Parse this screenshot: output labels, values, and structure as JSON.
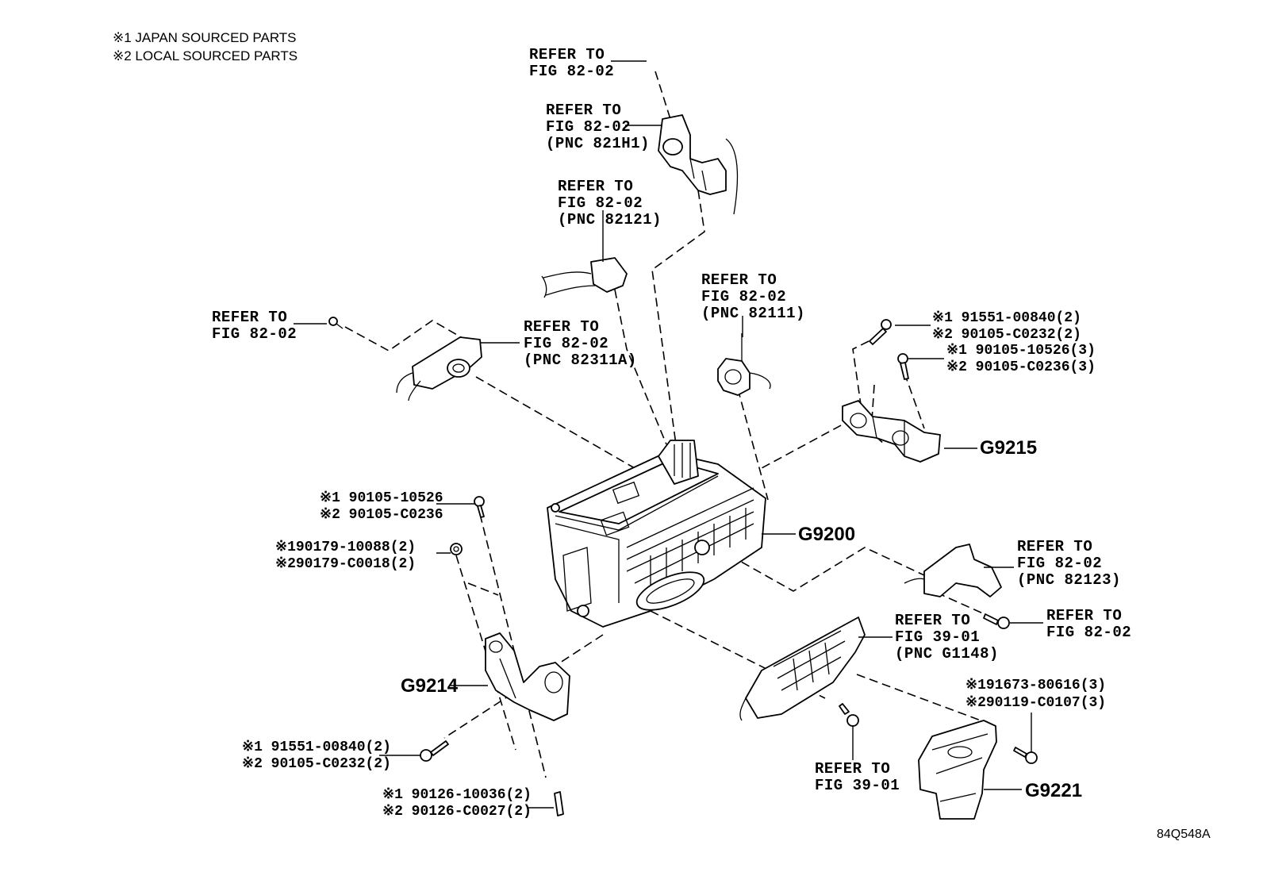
{
  "notes": [
    "※1 JAPAN SOURCED PARTS",
    "※2 LOCAL SOURCED PARTS"
  ],
  "illustration_id": "84Q548A",
  "callouts": {
    "refer_top": {
      "lines": [
        "REFER TO",
        "FIG 82-02"
      ]
    },
    "refer_821h1": {
      "lines": [
        "REFER TO",
        "FIG 82-02",
        "(PNC 821H1)"
      ]
    },
    "refer_82121": {
      "lines": [
        "REFER TO",
        "FIG 82-02",
        "(PNC 82121)"
      ]
    },
    "refer_left": {
      "lines": [
        "REFER TO",
        "FIG 82-02"
      ]
    },
    "refer_82311a": {
      "lines": [
        "REFER TO",
        "FIG 82-02",
        "(PNC 82311A)"
      ]
    },
    "refer_82111": {
      "lines": [
        "REFER TO",
        "FIG 82-02",
        "(PNC 82111)"
      ]
    },
    "refer_82123": {
      "lines": [
        "REFER TO",
        "FIG 82-02",
        "(PNC 82123)"
      ]
    },
    "refer_right_bolt": {
      "lines": [
        "REFER TO",
        "FIG 82-02"
      ]
    },
    "refer_g1148": {
      "lines": [
        "REFER TO",
        "FIG 39-01",
        "(PNC G1148)"
      ]
    },
    "refer_39_01": {
      "lines": [
        "REFER TO",
        "FIG 39-01"
      ]
    }
  },
  "part_numbers": {
    "bolt_right_top": {
      "lines": [
        "※1 91551-00840(2)",
        "※2 90105-C0232(2)"
      ]
    },
    "bolt_right_mid": {
      "lines": [
        "※1 90105-10526(3)",
        "※2 90105-C0236(3)"
      ]
    },
    "bolt_left_top": {
      "lines": [
        "※1 90105-10526",
        "※2 90105-C0236"
      ]
    },
    "nut_left": {
      "lines": [
        "※190179-10088(2)",
        "※290179-C0018(2)"
      ]
    },
    "bolt_left_bottom": {
      "lines": [
        "※1 91551-00840(2)",
        "※2 90105-C0232(2)"
      ]
    },
    "stud_bottom": {
      "lines": [
        "※1 90126-10036(2)",
        "※2 90126-C0027(2)"
      ]
    },
    "bolt_g9221": {
      "lines": [
        "※191673-80616(3)",
        "※290119-C0107(3)"
      ]
    }
  },
  "assemblies": {
    "g9200": "G9200",
    "g9215": "G9215",
    "g9214": "G9214",
    "g9221": "G9221"
  }
}
